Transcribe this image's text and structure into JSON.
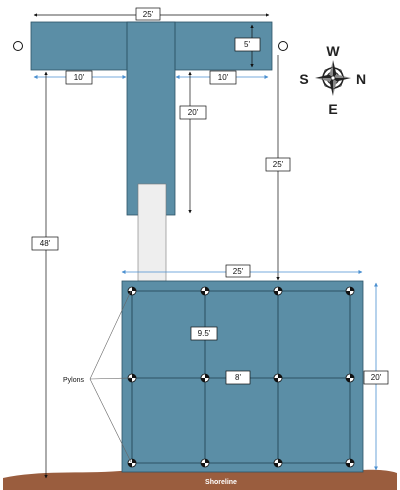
{
  "colors": {
    "deck": "#5b8ea6",
    "deck_stroke": "#2d5466",
    "ramp": "#eeeeee",
    "shoreline": "#9a5d3e",
    "dimension_line": "#111111",
    "accent_line": "#4a8fd0"
  },
  "dimensions": {
    "top_width": "25'",
    "top_depth": "5'",
    "left_wing": "10'",
    "right_wing": "10'",
    "walkway_length": "20'",
    "total_length": "48'",
    "offset": "25'",
    "platform_width": "25'",
    "platform_depth": "20'",
    "pylon_spacing_x": "9.5'",
    "pylon_spacing_y": "8'"
  },
  "labels": {
    "pylons": "Pylons",
    "shoreline": "Shoreline"
  },
  "compass": {
    "north": "N",
    "south": "S",
    "east": "E",
    "west": "W",
    "icon": "compass-rose-icon"
  },
  "pylon_markers": {
    "icon": "pylon-icon"
  }
}
